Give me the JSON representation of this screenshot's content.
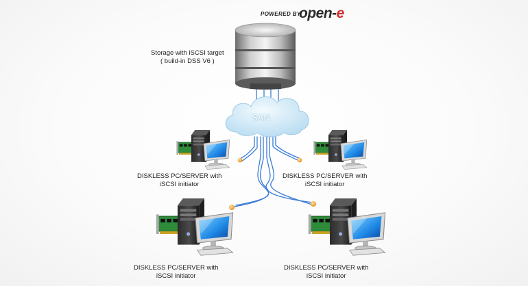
{
  "brand": {
    "powered_by": "POWERED BY",
    "name_main": "open",
    "name_dash": "-",
    "name_accent": "e"
  },
  "storage": {
    "line1": "Storage with iSCSI target",
    "line2": "( build-in DSS V6 )"
  },
  "san": {
    "label": "SAN"
  },
  "clients": [
    {
      "line1": "DISKLESS PC/SERVER with",
      "line2": "iSCSI initiator"
    },
    {
      "line1": "DISKLESS PC/SERVER with",
      "line2": "iSCSI initiator"
    },
    {
      "line1": "DISKLESS PC/SERVER with",
      "line2": "iSCSI initiator"
    },
    {
      "line1": "DISKLESS PC/SERVER with",
      "line2": "iSCSI initiator"
    }
  ],
  "colors": {
    "cable": "#3a7bd5",
    "cloud": "#d7ecf8",
    "connector": "#f6a623",
    "brand_accent": "#d32f2f"
  }
}
